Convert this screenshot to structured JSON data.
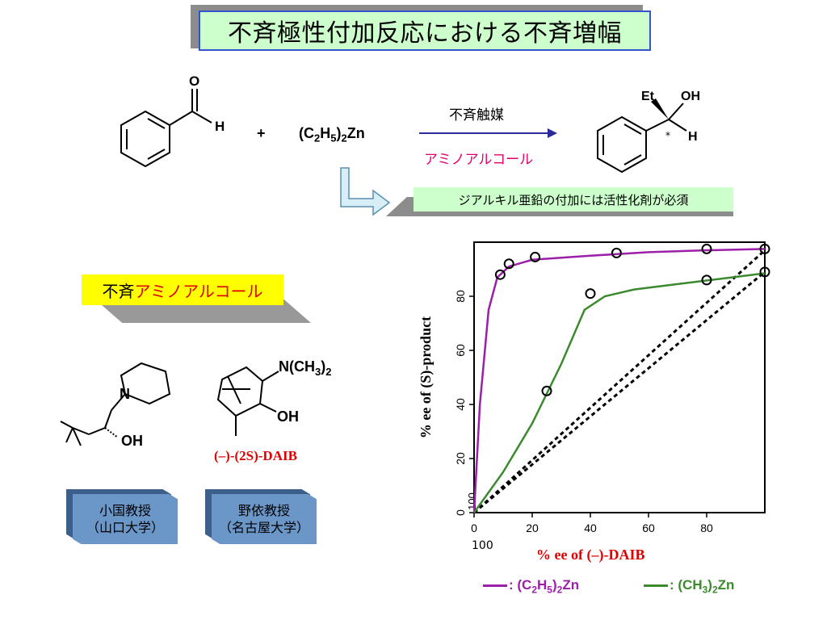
{
  "title": "不斉極性付加反応における不斉増幅",
  "reaction": {
    "plus": "+",
    "reagent": {
      "main": "(C",
      "s1": "2",
      "mid1": "H",
      "s2": "5",
      "mid2": ")",
      "s3": "2",
      "end": "Zn"
    },
    "catalyst_label": "不斉触媒",
    "aminoalcohol_label": "アミノアルコール",
    "note": "ジアルキル亜鉛の付加には活性化剤が必須",
    "atoms": {
      "O": "O",
      "H1": "H",
      "Et": "Et",
      "OH": "OH",
      "H2": "H",
      "star": "*"
    }
  },
  "catalysts": {
    "label_black": "不斉",
    "label_red": "アミノアルコール",
    "mol1": {
      "N": "N",
      "OH": "OH"
    },
    "mol2": {
      "NMe2": "N(CH",
      "s1": "3",
      "close": ")",
      "s2": "2",
      "OH": "OH",
      "name": "(–)-(2S)-DAIB"
    }
  },
  "professors": [
    {
      "line1": "小国教授",
      "line2": "（山口大学）"
    },
    {
      "line1": "野依教授",
      "line2": "（名古屋大学）"
    }
  ],
  "colors": {
    "purple": "#9b1fa8",
    "green": "#3b8a2e",
    "red": "#e00000",
    "pink": "#e0006a"
  },
  "chart_data": {
    "type": "scatter",
    "xlabel": "% ee of (–)-DAIB",
    "ylabel": "% ee of (S)-product",
    "xlim": [
      0,
      100
    ],
    "ylim": [
      0,
      100
    ],
    "xticks": [
      0,
      20,
      40,
      60,
      80
    ],
    "yticks": [
      0,
      20,
      40,
      60,
      80
    ],
    "extra_labels": {
      "x100": "100",
      "y100": "100"
    },
    "series": [
      {
        "name": "(C2H5)2Zn",
        "color": "#9b1fa8",
        "points": [
          [
            0,
            0
          ],
          [
            9,
            88
          ],
          [
            12,
            92
          ],
          [
            21,
            94.5
          ],
          [
            49,
            96
          ],
          [
            80,
            97.5
          ],
          [
            100,
            97.5
          ]
        ],
        "curve": [
          [
            0,
            0
          ],
          [
            2,
            40
          ],
          [
            5,
            75
          ],
          [
            8,
            87
          ],
          [
            12,
            91
          ],
          [
            20,
            93.5
          ],
          [
            40,
            95
          ],
          [
            60,
            96.3
          ],
          [
            80,
            97
          ],
          [
            100,
            97.5
          ]
        ]
      },
      {
        "name": "(CH3)2Zn",
        "color": "#3b8a2e",
        "points": [
          [
            0,
            0
          ],
          [
            25,
            45
          ],
          [
            40,
            81
          ],
          [
            80,
            86
          ],
          [
            100,
            89
          ]
        ],
        "curve": [
          [
            0,
            0
          ],
          [
            10,
            15
          ],
          [
            20,
            33
          ],
          [
            30,
            55
          ],
          [
            38,
            75
          ],
          [
            45,
            80
          ],
          [
            55,
            82.5
          ],
          [
            70,
            84.5
          ],
          [
            85,
            86.5
          ],
          [
            100,
            88.5
          ]
        ]
      }
    ],
    "reference_lines": [
      {
        "from": [
          0,
          0
        ],
        "to": [
          100,
          89
        ],
        "style": "dashed"
      },
      {
        "from": [
          0,
          0
        ],
        "to": [
          100,
          97
        ],
        "style": "dashed"
      }
    ],
    "legend": [
      {
        "label_pre": ": (C",
        "s1": "2",
        "m1": "H",
        "s2": "5",
        "m2": ")",
        "s3": "2",
        "end": "Zn"
      },
      {
        "label_pre": ": (CH",
        "s1": "3",
        "m1": ")",
        "s2": "2",
        "end": "Zn"
      }
    ]
  }
}
